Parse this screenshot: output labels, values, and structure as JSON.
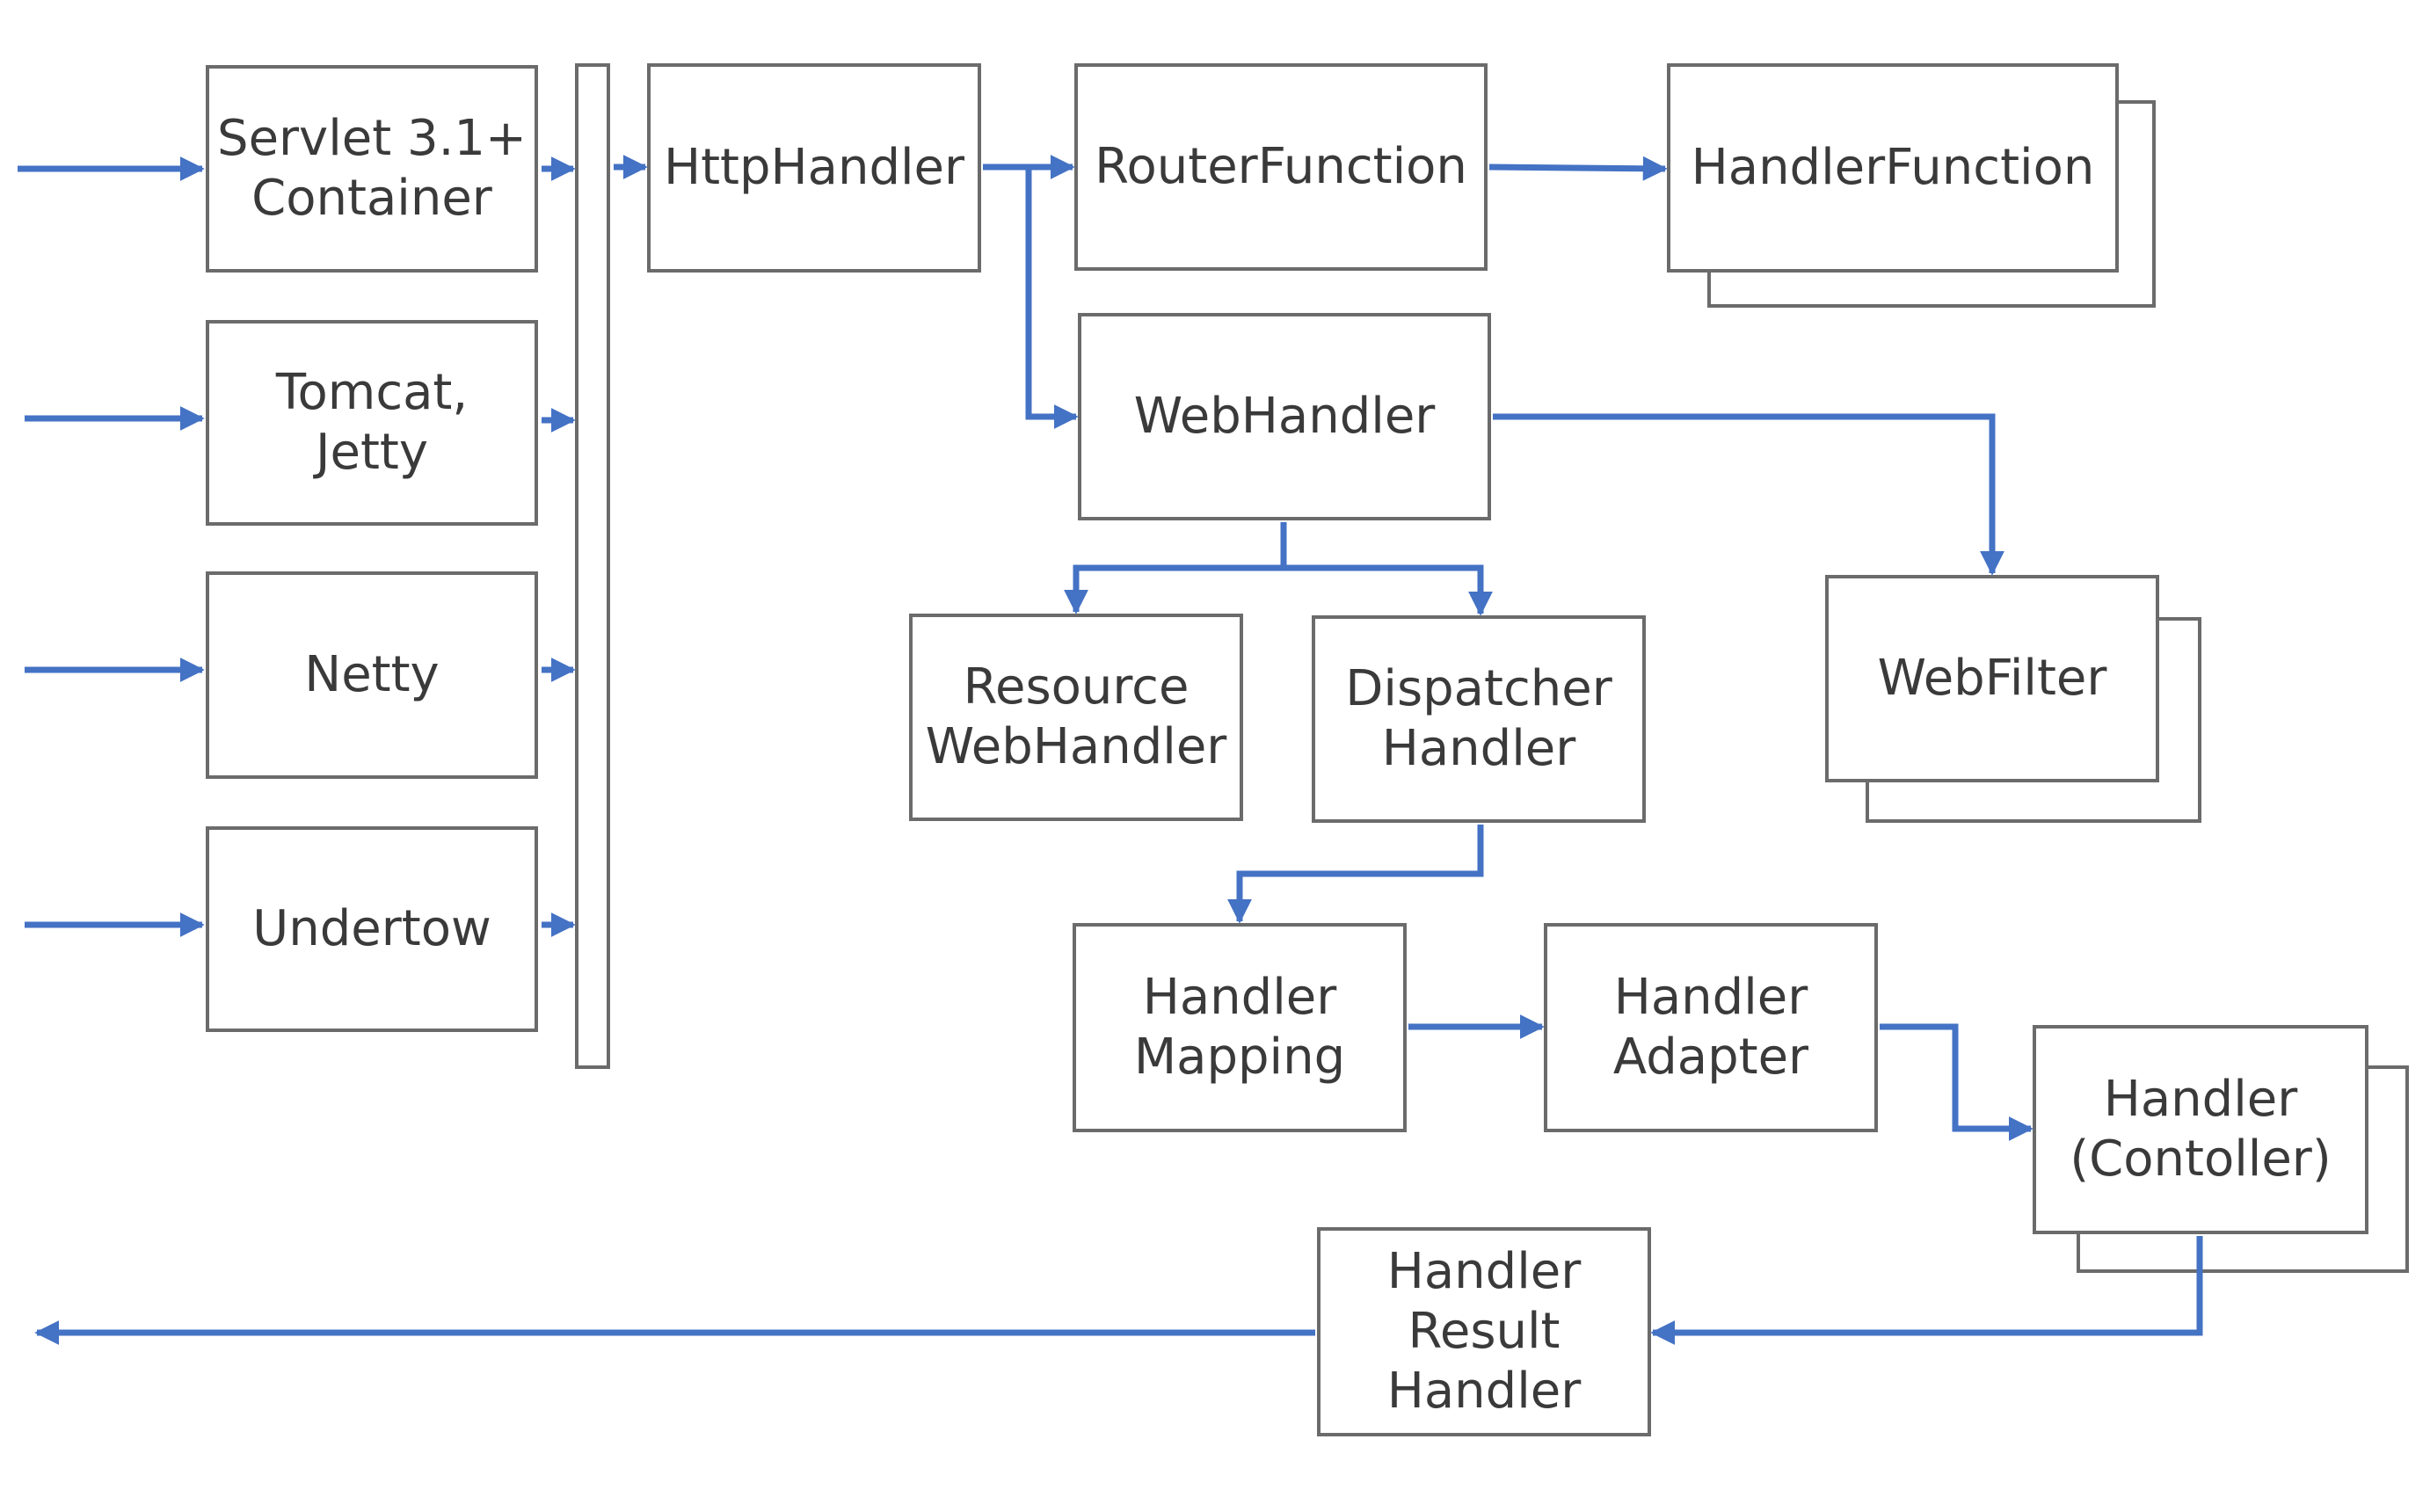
{
  "colors": {
    "arrow": "#4472c4",
    "box_border": "#6b6b6b",
    "text": "#3a3a3a",
    "background": "#ffffff"
  },
  "nodes": {
    "servlet": {
      "lines": [
        "Servlet 3.1+",
        "Container"
      ]
    },
    "tomcat": {
      "lines": [
        "Tomcat,",
        "Jetty"
      ]
    },
    "netty": {
      "lines": [
        "Netty"
      ]
    },
    "undertow": {
      "lines": [
        "Undertow"
      ]
    },
    "http_handler": {
      "lines": [
        "HttpHandler"
      ]
    },
    "router_function": {
      "lines": [
        "RouterFunction"
      ]
    },
    "handler_function": {
      "lines": [
        "HandlerFunction"
      ]
    },
    "web_handler": {
      "lines": [
        "WebHandler"
      ]
    },
    "resource_web_handler": {
      "lines": [
        "Resource",
        "WebHandler"
      ]
    },
    "dispatcher_handler": {
      "lines": [
        "Dispatcher",
        "Handler"
      ]
    },
    "web_filter": {
      "lines": [
        "WebFilter"
      ]
    },
    "handler_mapping": {
      "lines": [
        "Handler",
        "Mapping"
      ]
    },
    "handler_adapter": {
      "lines": [
        "Handler",
        "Adapter"
      ]
    },
    "handler_controller": {
      "lines": [
        "Handler",
        "(Contoller)"
      ]
    },
    "handler_result_handler": {
      "lines": [
        "Handler",
        "Result",
        "Handler"
      ]
    }
  }
}
